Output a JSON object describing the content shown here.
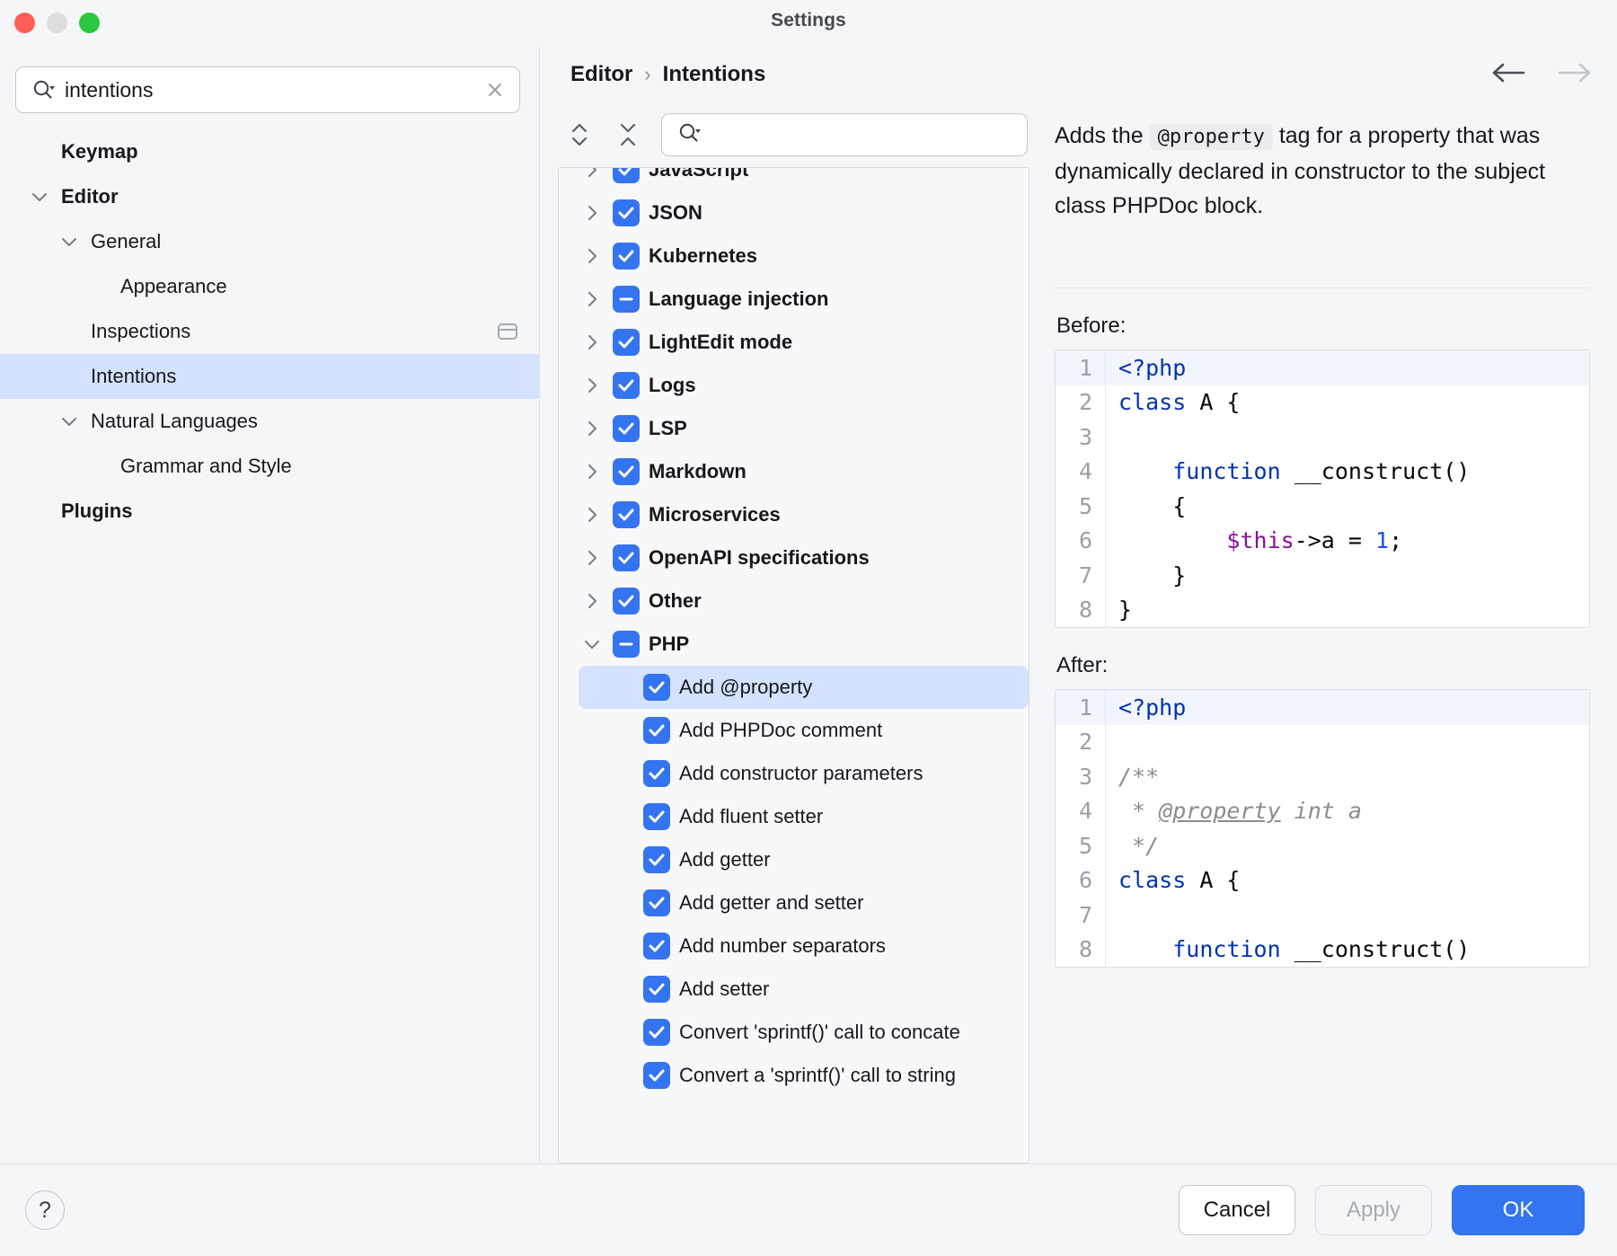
{
  "window": {
    "title": "Settings"
  },
  "traffic": {
    "close": "close-button",
    "minimize": "minimize-button",
    "maximize": "maximize-button"
  },
  "search": {
    "value": "intentions",
    "placeholder": "",
    "clear_label": "×"
  },
  "sidebar": {
    "items": [
      {
        "label": "Keymap",
        "level": 0,
        "bold": true,
        "chevron": "",
        "selected": false,
        "right_icon": ""
      },
      {
        "label": "Editor",
        "level": 0,
        "bold": true,
        "chevron": "down",
        "selected": false,
        "right_icon": ""
      },
      {
        "label": "General",
        "level": 1,
        "bold": false,
        "chevron": "down",
        "selected": false,
        "right_icon": ""
      },
      {
        "label": "Appearance",
        "level": 2,
        "bold": false,
        "chevron": "",
        "selected": false,
        "right_icon": ""
      },
      {
        "label": "Inspections",
        "level": 1,
        "bold": false,
        "chevron": "",
        "selected": false,
        "right_icon": "panel-icon"
      },
      {
        "label": "Intentions",
        "level": 1,
        "bold": false,
        "chevron": "",
        "selected": true,
        "right_icon": ""
      },
      {
        "label": "Natural Languages",
        "level": 1,
        "bold": false,
        "chevron": "down",
        "selected": false,
        "right_icon": ""
      },
      {
        "label": "Grammar and Style",
        "level": 2,
        "bold": false,
        "chevron": "",
        "selected": false,
        "right_icon": ""
      },
      {
        "label": "Plugins",
        "level": 0,
        "bold": true,
        "chevron": "",
        "selected": false,
        "right_icon": ""
      }
    ]
  },
  "breadcrumb": {
    "parent": "Editor",
    "separator": "›",
    "current": "Intentions"
  },
  "nav": {
    "back": "back-arrow",
    "forward": "forward-arrow",
    "back_enabled": true,
    "forward_enabled": false
  },
  "mid_toolbar": {
    "expand_all": "expand-all-icon",
    "collapse_all": "collapse-all-icon",
    "search_placeholder": ""
  },
  "intentions_tree": [
    {
      "label": "JavaScript",
      "type": "parent",
      "state": "checked",
      "expanded": false,
      "selected": false
    },
    {
      "label": "JSON",
      "type": "parent",
      "state": "checked",
      "expanded": false,
      "selected": false
    },
    {
      "label": "Kubernetes",
      "type": "parent",
      "state": "checked",
      "expanded": false,
      "selected": false
    },
    {
      "label": "Language injection",
      "type": "parent",
      "state": "indeterminate",
      "expanded": false,
      "selected": false
    },
    {
      "label": "LightEdit mode",
      "type": "parent",
      "state": "checked",
      "expanded": false,
      "selected": false
    },
    {
      "label": "Logs",
      "type": "parent",
      "state": "checked",
      "expanded": false,
      "selected": false
    },
    {
      "label": "LSP",
      "type": "parent",
      "state": "checked",
      "expanded": false,
      "selected": false
    },
    {
      "label": "Markdown",
      "type": "parent",
      "state": "checked",
      "expanded": false,
      "selected": false
    },
    {
      "label": "Microservices",
      "type": "parent",
      "state": "checked",
      "expanded": false,
      "selected": false
    },
    {
      "label": "OpenAPI specifications",
      "type": "parent",
      "state": "checked",
      "expanded": false,
      "selected": false
    },
    {
      "label": "Other",
      "type": "parent",
      "state": "checked",
      "expanded": false,
      "selected": false
    },
    {
      "label": "PHP",
      "type": "parent",
      "state": "indeterminate",
      "expanded": true,
      "selected": false
    },
    {
      "label": "Add @property",
      "type": "child",
      "state": "checked",
      "expanded": false,
      "selected": true
    },
    {
      "label": "Add PHPDoc comment",
      "type": "child",
      "state": "checked",
      "expanded": false,
      "selected": false
    },
    {
      "label": "Add constructor parameters",
      "type": "child",
      "state": "checked",
      "expanded": false,
      "selected": false
    },
    {
      "label": "Add fluent setter",
      "type": "child",
      "state": "checked",
      "expanded": false,
      "selected": false
    },
    {
      "label": "Add getter",
      "type": "child",
      "state": "checked",
      "expanded": false,
      "selected": false
    },
    {
      "label": "Add getter and setter",
      "type": "child",
      "state": "checked",
      "expanded": false,
      "selected": false
    },
    {
      "label": "Add number separators",
      "type": "child",
      "state": "checked",
      "expanded": false,
      "selected": false
    },
    {
      "label": "Add setter",
      "type": "child",
      "state": "checked",
      "expanded": false,
      "selected": false
    },
    {
      "label": "Convert 'sprintf()' call to concate",
      "type": "child",
      "state": "checked",
      "expanded": false,
      "selected": false
    },
    {
      "label": "Convert a 'sprintf()' call to string",
      "type": "child",
      "state": "checked",
      "expanded": false,
      "selected": false
    }
  ],
  "description": {
    "part1": "Adds the",
    "code": "@property",
    "part2": "tag for a property that was dynamically declared in constructor to the subject class PHPDoc block.",
    "before_label": "Before:",
    "after_label": "After:"
  },
  "before_code": [
    {
      "n": "1",
      "highlight": true,
      "tokens": [
        {
          "t": "<?php",
          "c": "kw"
        }
      ]
    },
    {
      "n": "2",
      "highlight": false,
      "tokens": [
        {
          "t": "class",
          "c": "kw"
        },
        {
          "t": " A {",
          "c": ""
        }
      ]
    },
    {
      "n": "3",
      "highlight": false,
      "tokens": [
        {
          "t": "",
          "c": ""
        }
      ]
    },
    {
      "n": "4",
      "highlight": false,
      "tokens": [
        {
          "t": "    ",
          "c": ""
        },
        {
          "t": "function",
          "c": "kw"
        },
        {
          "t": " __construct()",
          "c": ""
        }
      ]
    },
    {
      "n": "5",
      "highlight": false,
      "tokens": [
        {
          "t": "    {",
          "c": ""
        }
      ]
    },
    {
      "n": "6",
      "highlight": false,
      "tokens": [
        {
          "t": "        ",
          "c": ""
        },
        {
          "t": "$this",
          "c": "var"
        },
        {
          "t": "->a = ",
          "c": ""
        },
        {
          "t": "1",
          "c": "num"
        },
        {
          "t": ";",
          "c": ""
        }
      ]
    },
    {
      "n": "7",
      "highlight": false,
      "tokens": [
        {
          "t": "    }",
          "c": ""
        }
      ]
    },
    {
      "n": "8",
      "highlight": false,
      "tokens": [
        {
          "t": "}",
          "c": ""
        }
      ]
    }
  ],
  "after_code": [
    {
      "n": "1",
      "highlight": true,
      "tokens": [
        {
          "t": "<?php",
          "c": "kw"
        }
      ]
    },
    {
      "n": "2",
      "highlight": false,
      "tokens": [
        {
          "t": "",
          "c": ""
        }
      ]
    },
    {
      "n": "3",
      "highlight": false,
      "tokens": [
        {
          "t": "/**",
          "c": "cm"
        }
      ]
    },
    {
      "n": "4",
      "highlight": false,
      "tokens": [
        {
          "t": " * ",
          "c": "cm"
        },
        {
          "t": "@property",
          "c": "cmtag"
        },
        {
          "t": " int a",
          "c": "cm"
        }
      ]
    },
    {
      "n": "5",
      "highlight": false,
      "tokens": [
        {
          "t": " */",
          "c": "cm"
        }
      ]
    },
    {
      "n": "6",
      "highlight": false,
      "tokens": [
        {
          "t": "class",
          "c": "kw"
        },
        {
          "t": " A {",
          "c": ""
        }
      ]
    },
    {
      "n": "7",
      "highlight": false,
      "tokens": [
        {
          "t": "",
          "c": ""
        }
      ]
    },
    {
      "n": "8",
      "highlight": false,
      "tokens": [
        {
          "t": "    ",
          "c": ""
        },
        {
          "t": "function",
          "c": "kw"
        },
        {
          "t": " __construct()",
          "c": ""
        }
      ]
    }
  ],
  "footer": {
    "help": "?",
    "cancel_label": "Cancel",
    "apply_label": "Apply",
    "ok_label": "OK"
  },
  "colors": {
    "accent": "#3574f0",
    "selection": "#d4e2ff",
    "window_bg": "#f5f6f8",
    "keyword": "#0033b3",
    "variable": "#871094",
    "number": "#1750eb",
    "comment": "#8c8c8c"
  }
}
